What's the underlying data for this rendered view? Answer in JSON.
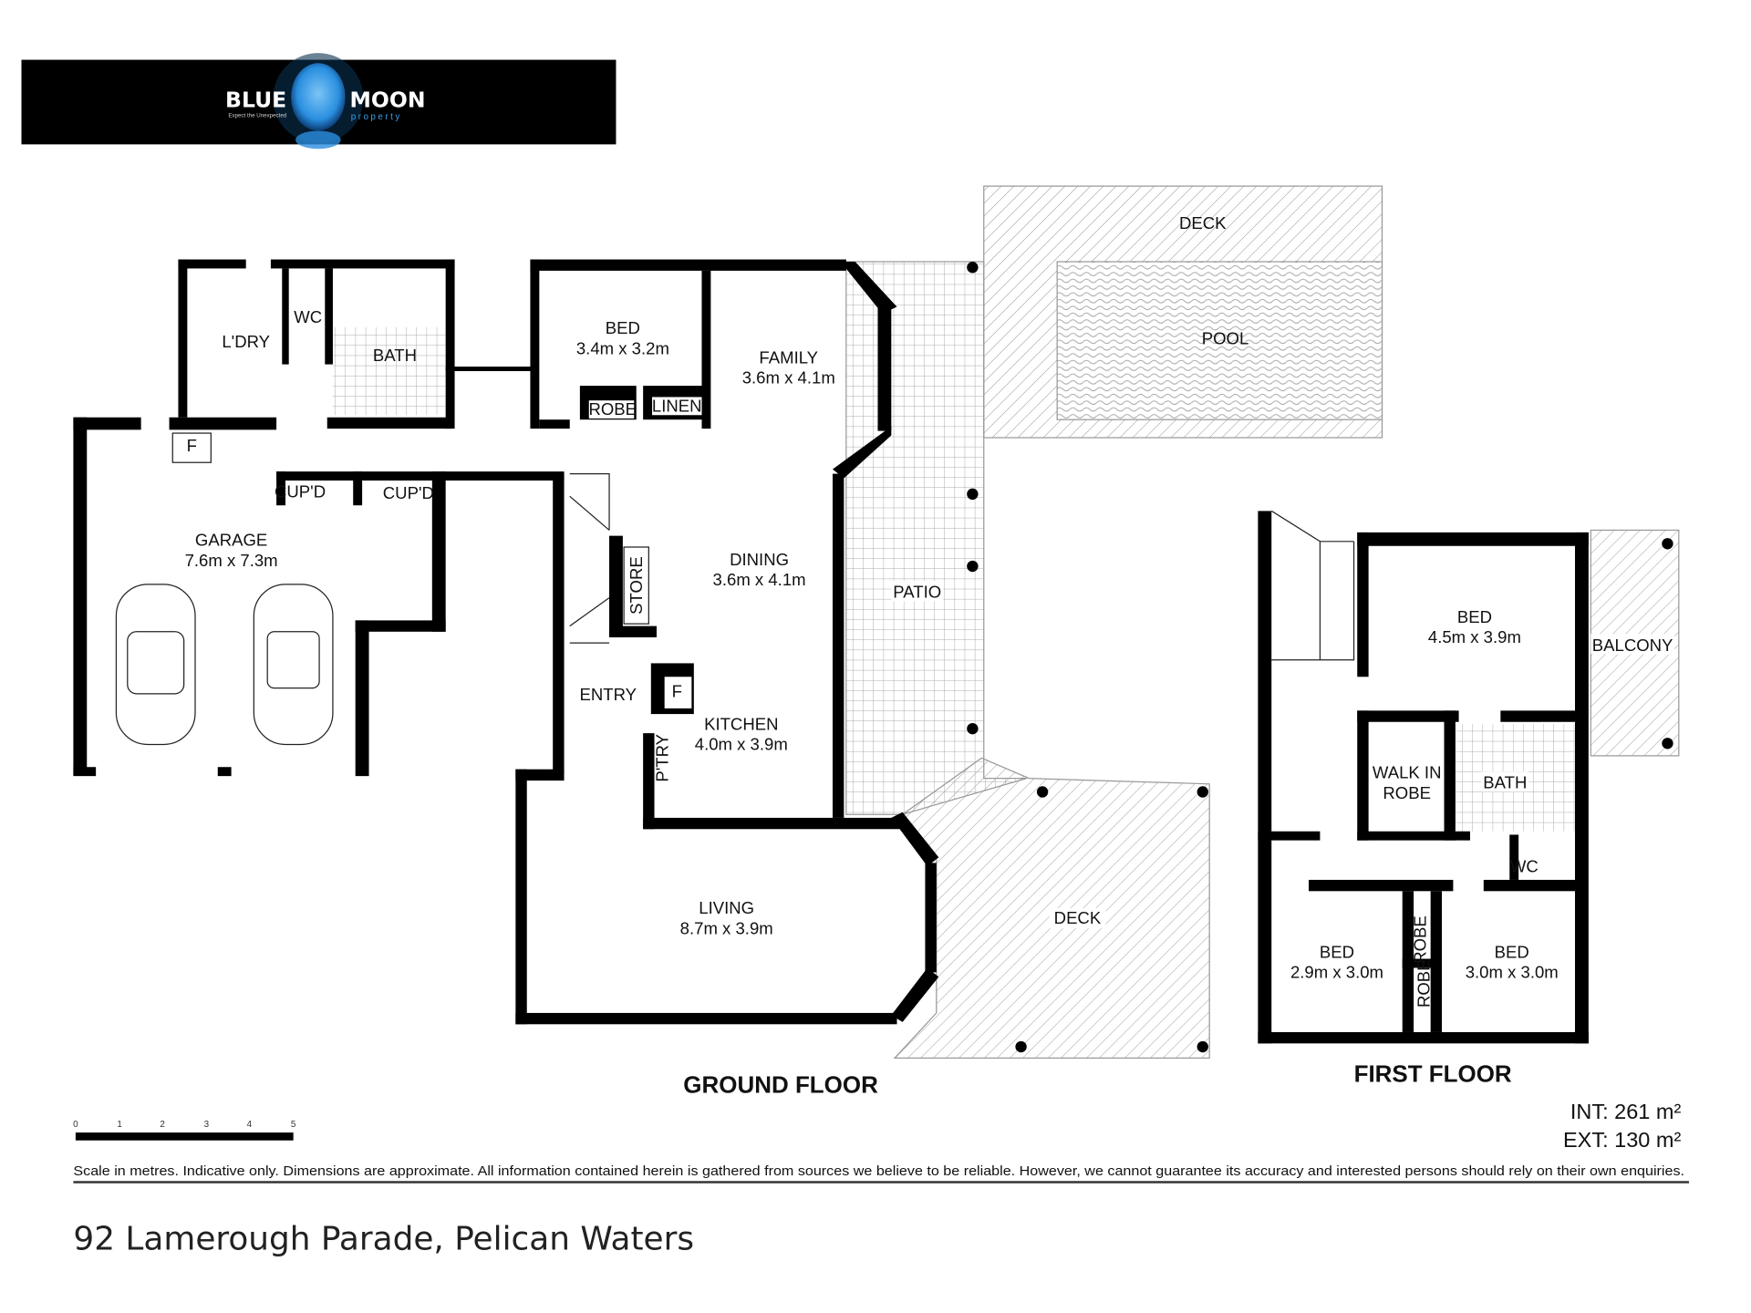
{
  "logo": {
    "brand_left": "BLUE",
    "brand_right": "MOON",
    "tagline": "Expect the Unexpected",
    "sub": "property"
  },
  "ground_floor": {
    "title": "GROUND FLOOR",
    "rooms": {
      "laundry": "L'DRY",
      "wc": "WC",
      "bath": "BATH",
      "bed_name": "BED",
      "bed_dim": "3.4m x 3.2m",
      "robe": "ROBE",
      "linen": "LINEN",
      "family_name": "FAMILY",
      "family_dim": "3.6m x 4.1m",
      "deck_top": "DECK",
      "pool": "POOL",
      "fridge": "F",
      "cupd1": "CUP'D",
      "cupd2": "CUP'D",
      "garage_name": "GARAGE",
      "garage_dim": "7.6m x 7.3m",
      "store": "STORE",
      "dining_name": "DINING",
      "dining_dim": "3.6m x 4.1m",
      "patio": "PATIO",
      "entry": "ENTRY",
      "kitchen_fridge": "F",
      "kitchen_name": "KITCHEN",
      "kitchen_dim": "4.0m x 3.9m",
      "pantry": "P'TRY",
      "living_name": "LIVING",
      "living_dim": "8.7m x 3.9m",
      "deck_bottom": "DECK"
    }
  },
  "first_floor": {
    "title": "FIRST FLOOR",
    "rooms": {
      "bed1_name": "BED",
      "bed1_dim": "4.5m x 3.9m",
      "balcony": "BALCONY",
      "wir1": "WALK IN",
      "wir2": "ROBE",
      "bath": "BATH",
      "wc": "WC",
      "bed2_name": "BED",
      "bed2_dim": "2.9m x 3.0m",
      "robe_a": "ROBE",
      "robe_b": "ROBE",
      "bed3_name": "BED",
      "bed3_dim": "3.0m x 3.0m"
    }
  },
  "areas": {
    "int": "INT: 261 m²",
    "ext": "EXT: 130 m²"
  },
  "scale": {
    "ticks": [
      "0",
      "1",
      "2",
      "3",
      "4",
      "5"
    ],
    "unit": "metres"
  },
  "disclaimer": "Scale in metres. Indicative only. Dimensions are approximate. All information contained herein is gathered from sources we believe to be reliable. However, we cannot guarantee its accuracy and interested persons should rely on their own enquiries.",
  "address": "92 Lamerough Parade, Pelican Waters",
  "colors": {
    "wall": "#000000",
    "moon": "#3aa0e8",
    "logo_bg": "#000000"
  }
}
